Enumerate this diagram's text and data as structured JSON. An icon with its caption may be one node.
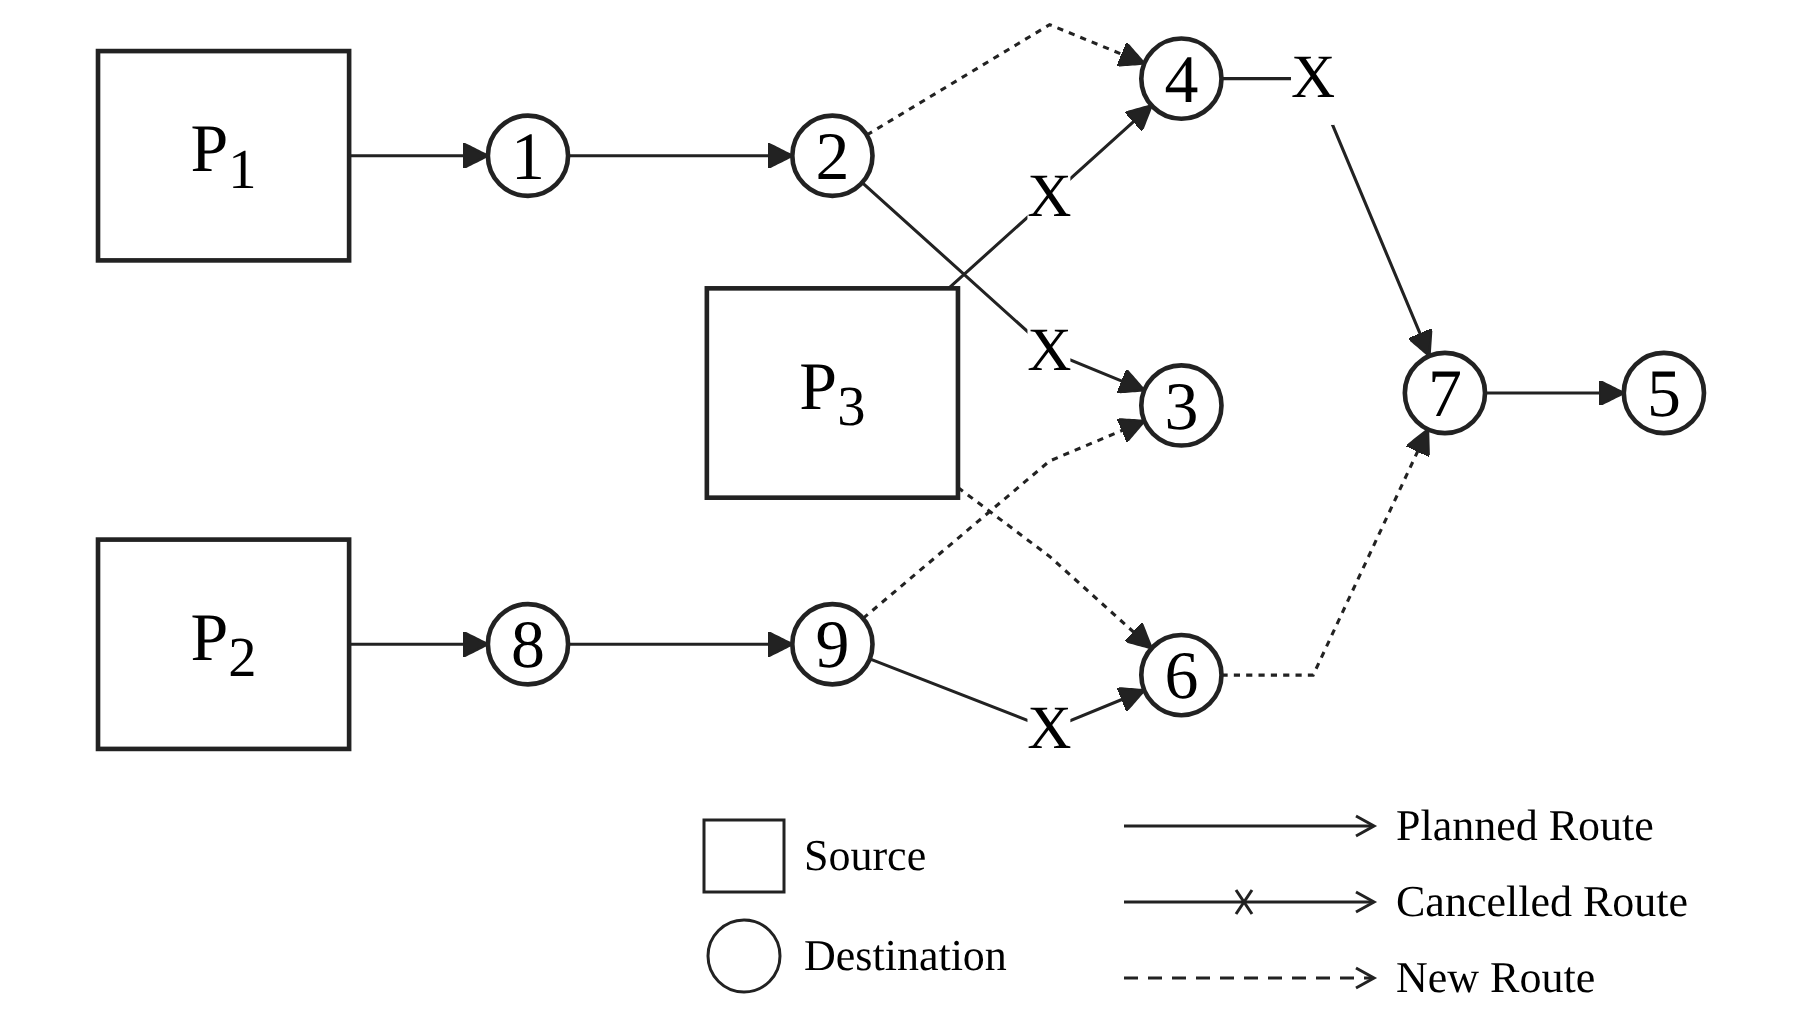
{
  "diagram": {
    "nodes": [
      {
        "text": [
          "1"
        ]
      },
      {
        "text": [
          "2"
        ]
      },
      {
        "text": [
          "P$_{3}$"
        ]
      },
      {
        "text": [
          "P$_{1}$"
        ]
      },
      {
        "text": [
          "4"
        ]
      },
      {
        "text": [
          "5"
        ]
      },
      {
        "text": [
          "3"
        ]
      },
      {
        "text": [
          "P$_{2}$"
        ]
      },
      {
        "text": [
          "6"
        ]
      },
      {
        "text": [
          "7"
        ]
      },
      {
        "text": [
          "8"
        ]
      },
      {
        "text": [
          "9"
        ]
      }
    ],
    "edges": [
      {
        "from": 3,
        "to": 0,
        "arrow": "to"
      },
      {
        "from": 0,
        "to": 1,
        "arrow": "to"
      },
      {
        "from": 1,
        "to": 6,
        "arrow": "to",
        "label": "X"
      },
      {
        "from": 1,
        "to": 4,
        "arrow": "to",
        "style": "dashed"
      },
      {
        "from": 2,
        "to": 4,
        "arrow": "to",
        "label": "X"
      },
      {
        "from": 2,
        "to": 8,
        "arrow": "to",
        "style": "dashed"
      },
      {
        "from": 4,
        "to": 9,
        "arrow": "to",
        "label": "X"
      },
      {
        "from": 9,
        "to": 5,
        "arrow": "to"
      },
      {
        "from": 8,
        "to": 9,
        "arrow": "to",
        "style": "dashed"
      },
      {
        "from": 7,
        "to": 10,
        "arrow": "to"
      },
      {
        "from": 10,
        "to": 11,
        "arrow": "to"
      },
      {
        "from": 11,
        "to": 6,
        "arrow": "to",
        "style": "dashed"
      },
      {
        "from": 11,
        "to": 8,
        "arrow": "to",
        "label": "X"
      }
    ],
    "legend": [
      {
        "text": "Source"
      },
      {
        "text": "Destination"
      },
      {
        "text": "Planned Route"
      },
      {
        "text": "Cancelled Route"
      },
      {
        "text": "New Route"
      }
    ]
  }
}
